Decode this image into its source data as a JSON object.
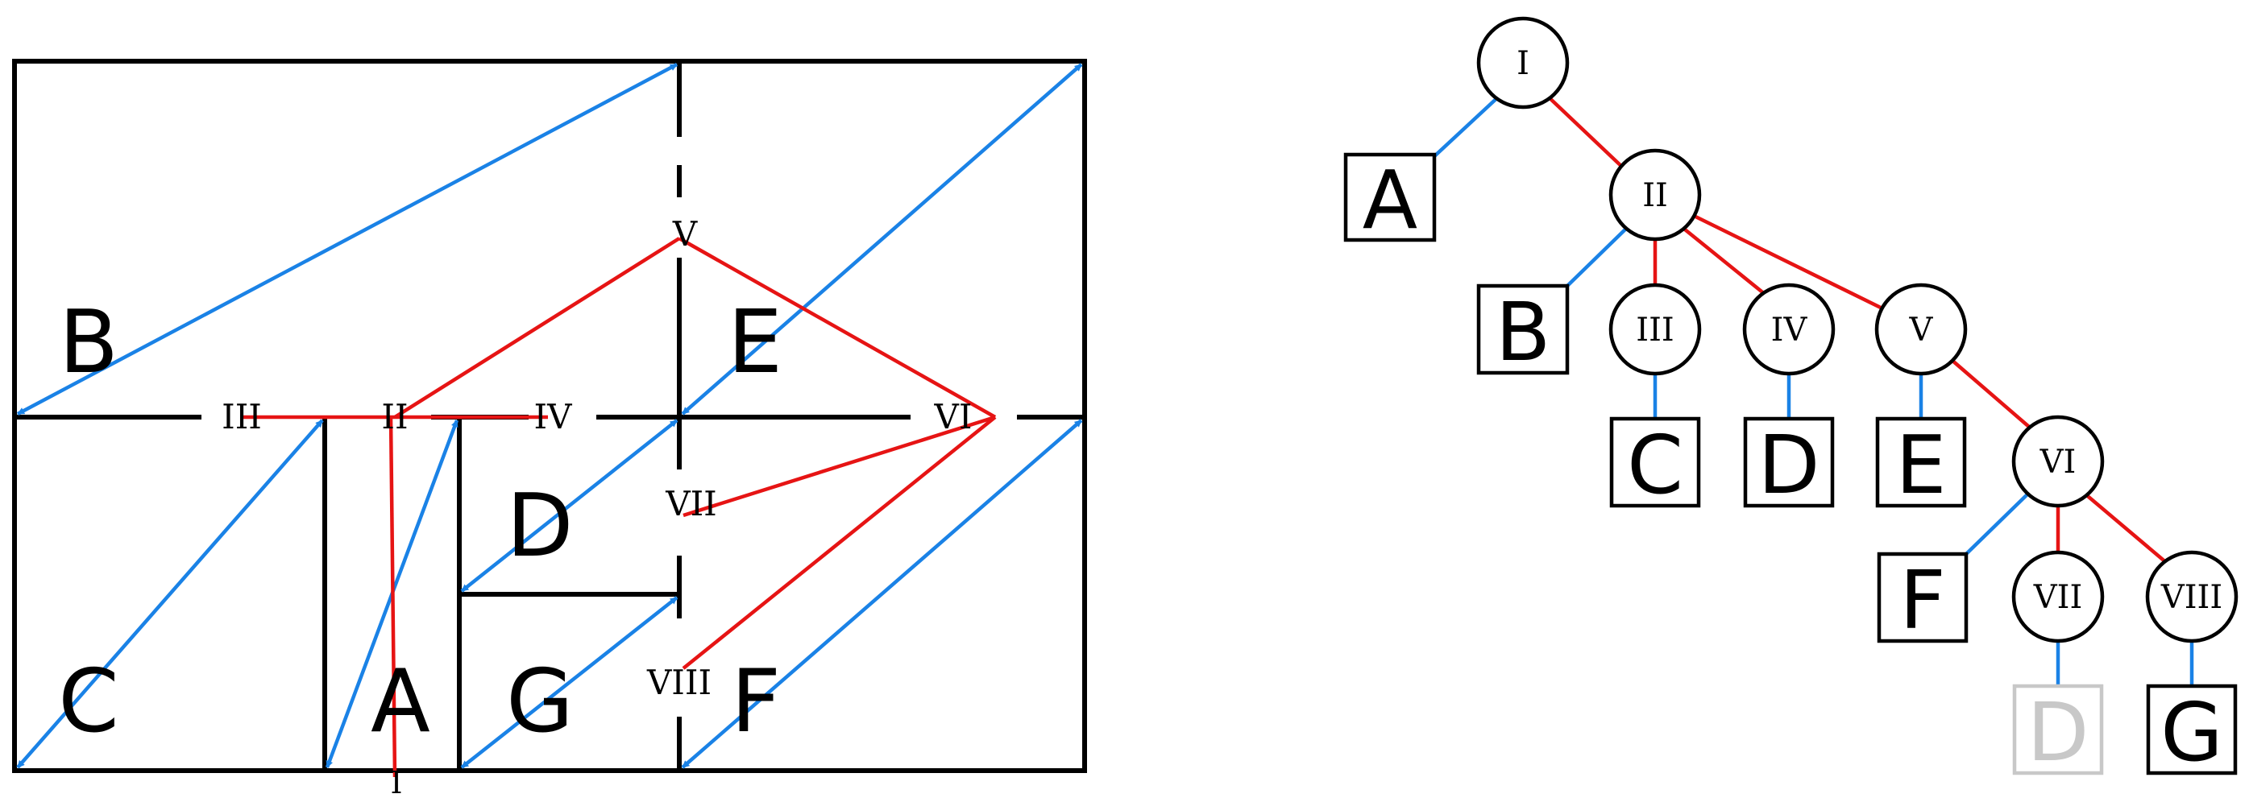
{
  "colors": {
    "frame": "#000000",
    "blue": "#1a82e6",
    "red": "#e61414",
    "ghost": "#c8c8c8"
  },
  "partition": {
    "region_labels": {
      "A": "A",
      "B": "B",
      "C": "C",
      "D": "D",
      "E": "E",
      "F": "F",
      "G": "G"
    },
    "split_labels": {
      "I": "I",
      "II": "II",
      "III": "III",
      "IV": "IV",
      "V": "V",
      "VI": "VI",
      "VII": "VII",
      "VIII": "VIII"
    }
  },
  "tree": {
    "internal": {
      "I": "I",
      "II": "II",
      "III": "III",
      "IV": "IV",
      "V": "V",
      "VI": "VI",
      "VII": "VII",
      "VIII": "VIII"
    },
    "leaves": {
      "A": "A",
      "B": "B",
      "C": "C",
      "D": "D",
      "E": "E",
      "F": "F",
      "D_ghost": "D",
      "G": "G"
    }
  }
}
